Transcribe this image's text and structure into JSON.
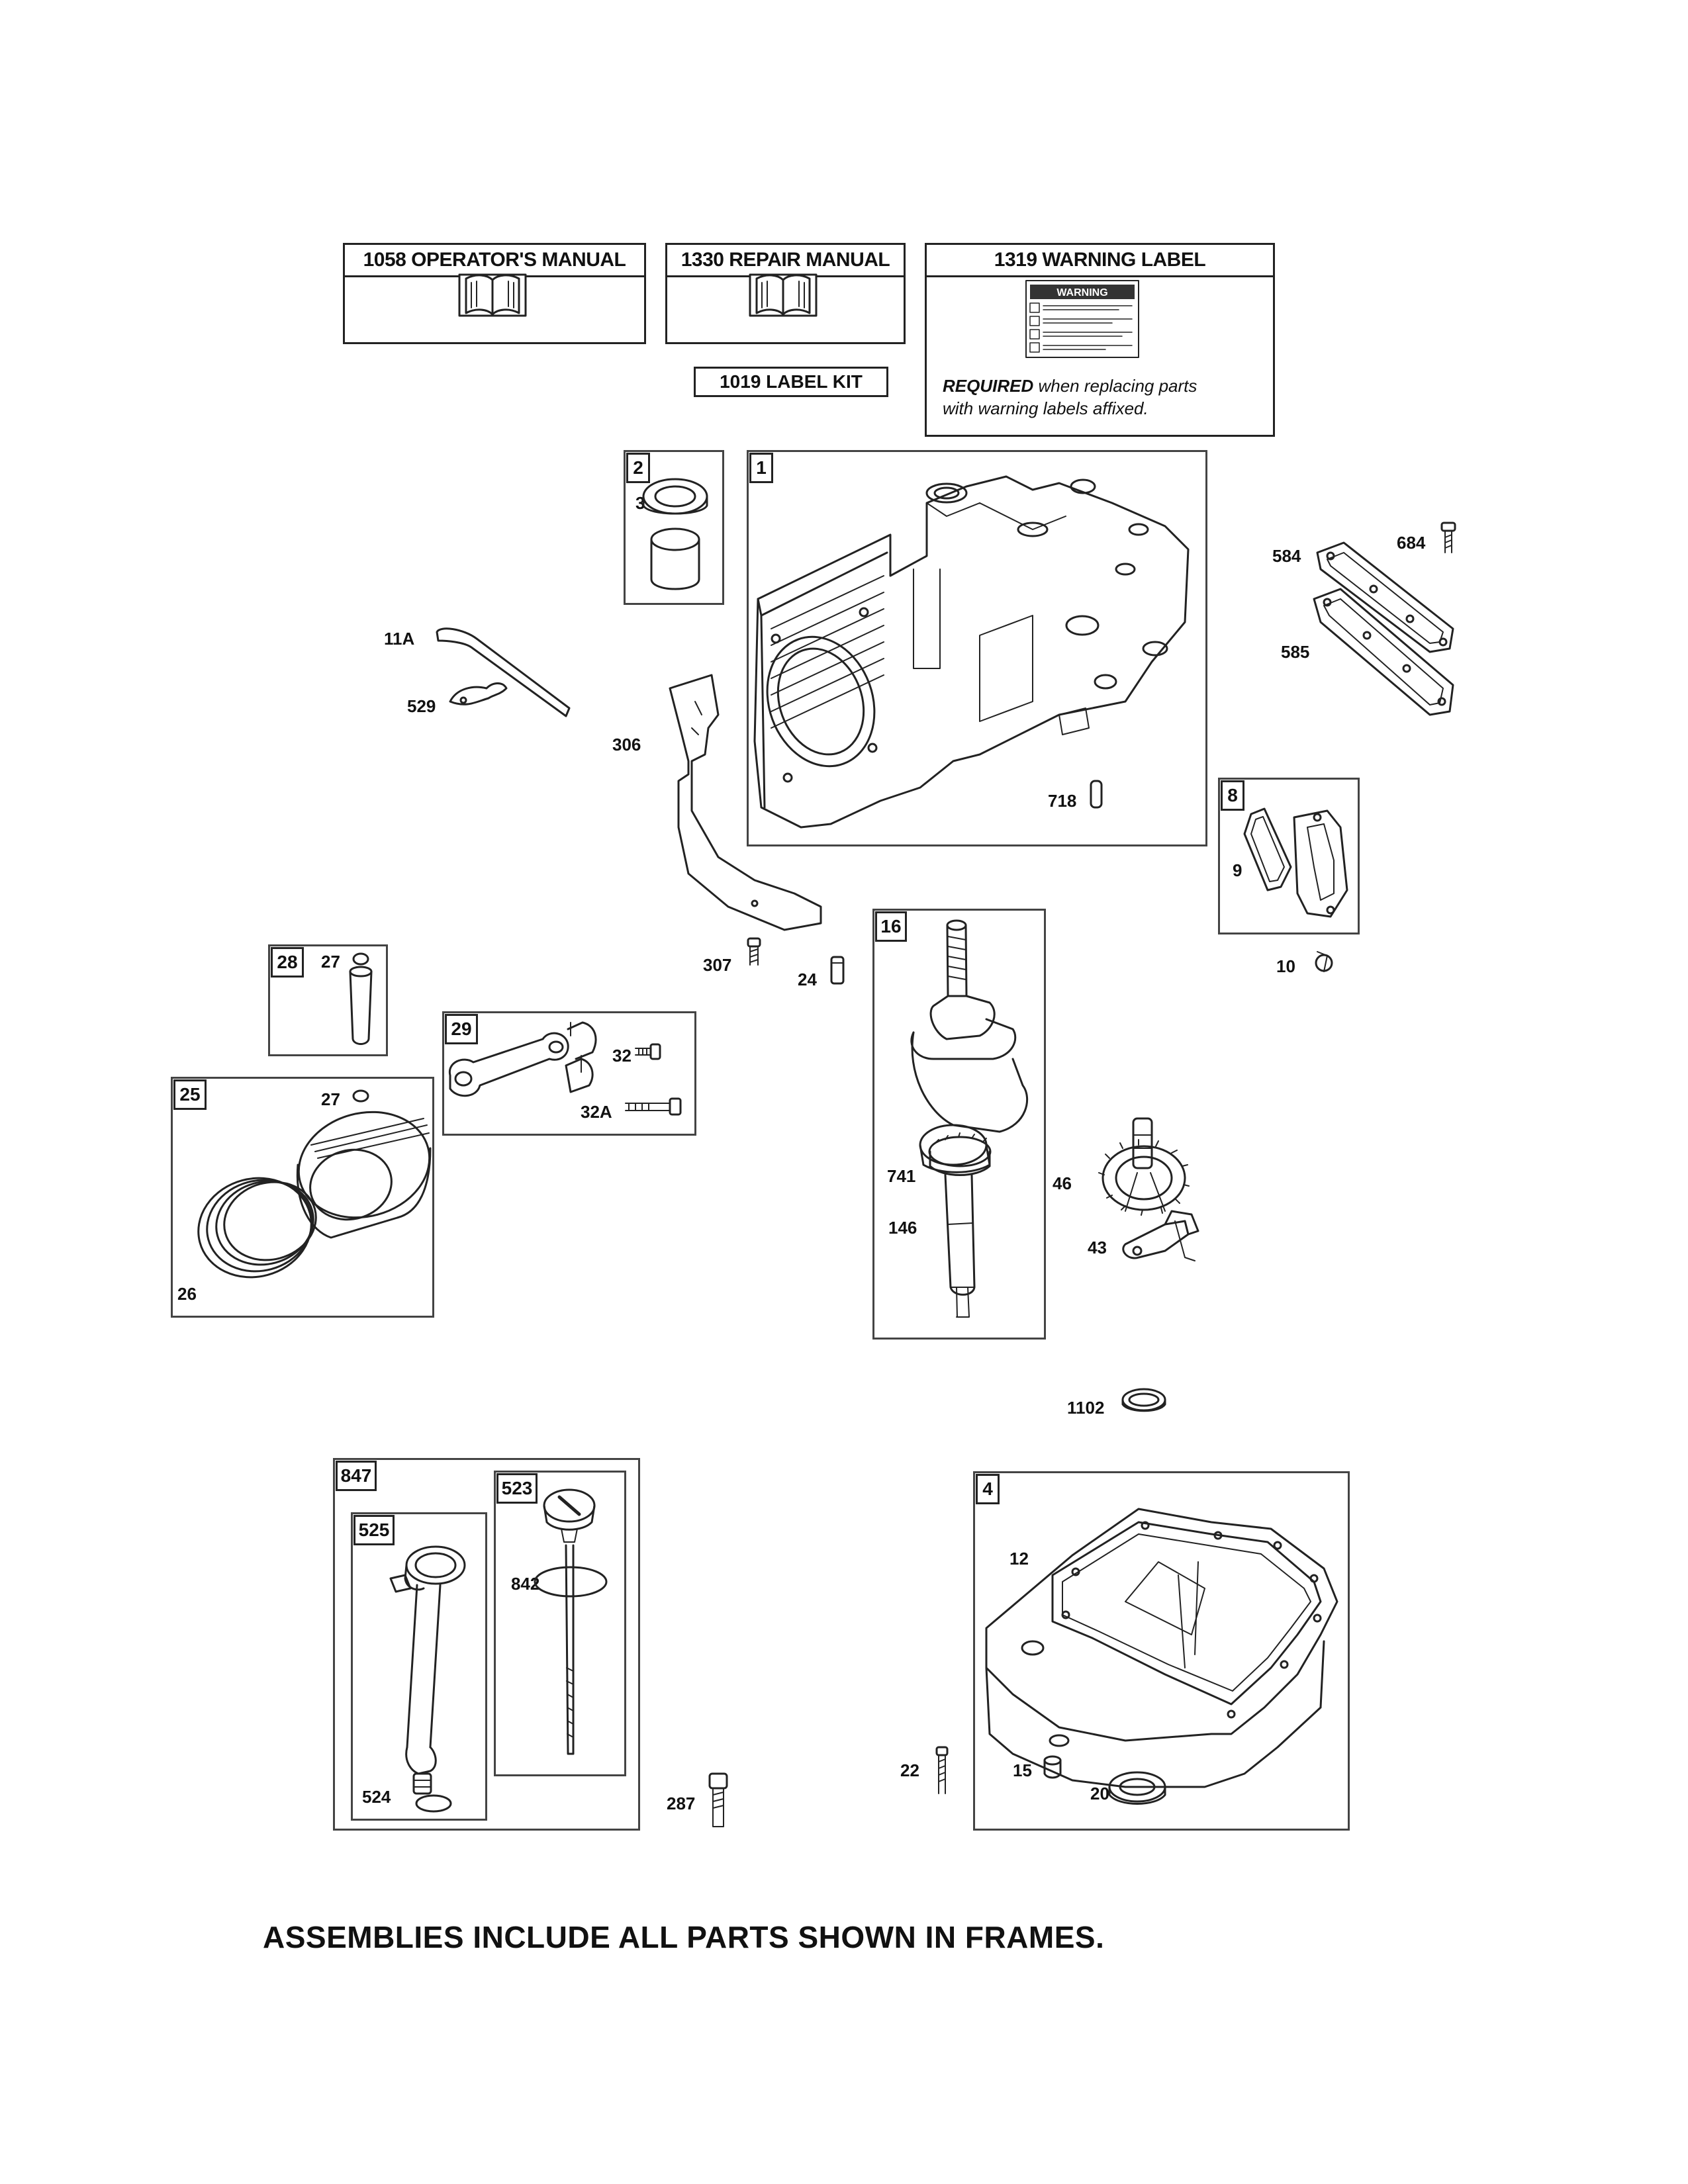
{
  "header": {
    "operators_manual": "1058 OPERATOR'S MANUAL",
    "repair_manual": "1330 REPAIR MANUAL",
    "warning_label": "1319 WARNING LABEL",
    "label_kit": "1019 LABEL KIT",
    "warning_sticker": "WARNING",
    "warning_note_bold": "REQUIRED",
    "warning_note_rest1": " when replacing parts",
    "warning_note_rest2": "with warning labels affixed."
  },
  "frames": {
    "f2": "2",
    "f1": "1",
    "f8": "8",
    "f16": "16",
    "f28": "28",
    "f29": "29",
    "f25": "25",
    "f847": "847",
    "f525": "525",
    "f523": "523",
    "f4": "4"
  },
  "parts": {
    "p3": "3",
    "p11A": "11A",
    "p529": "529",
    "p306": "306",
    "p718": "718",
    "p584": "584",
    "p684": "684",
    "p585": "585",
    "p9": "9",
    "p10": "10",
    "p307": "307",
    "p24": "24",
    "p27a": "27",
    "p27b": "27",
    "p32": "32",
    "p32A": "32A",
    "p26": "26",
    "p741": "741",
    "p146": "146",
    "p46": "46",
    "p43": "43",
    "p1102": "1102",
    "p842": "842",
    "p524": "524",
    "p287": "287",
    "p12": "12",
    "p22": "22",
    "p15": "15",
    "p20": "20"
  },
  "footer": "ASSEMBLIES INCLUDE ALL PARTS SHOWN IN FRAMES."
}
